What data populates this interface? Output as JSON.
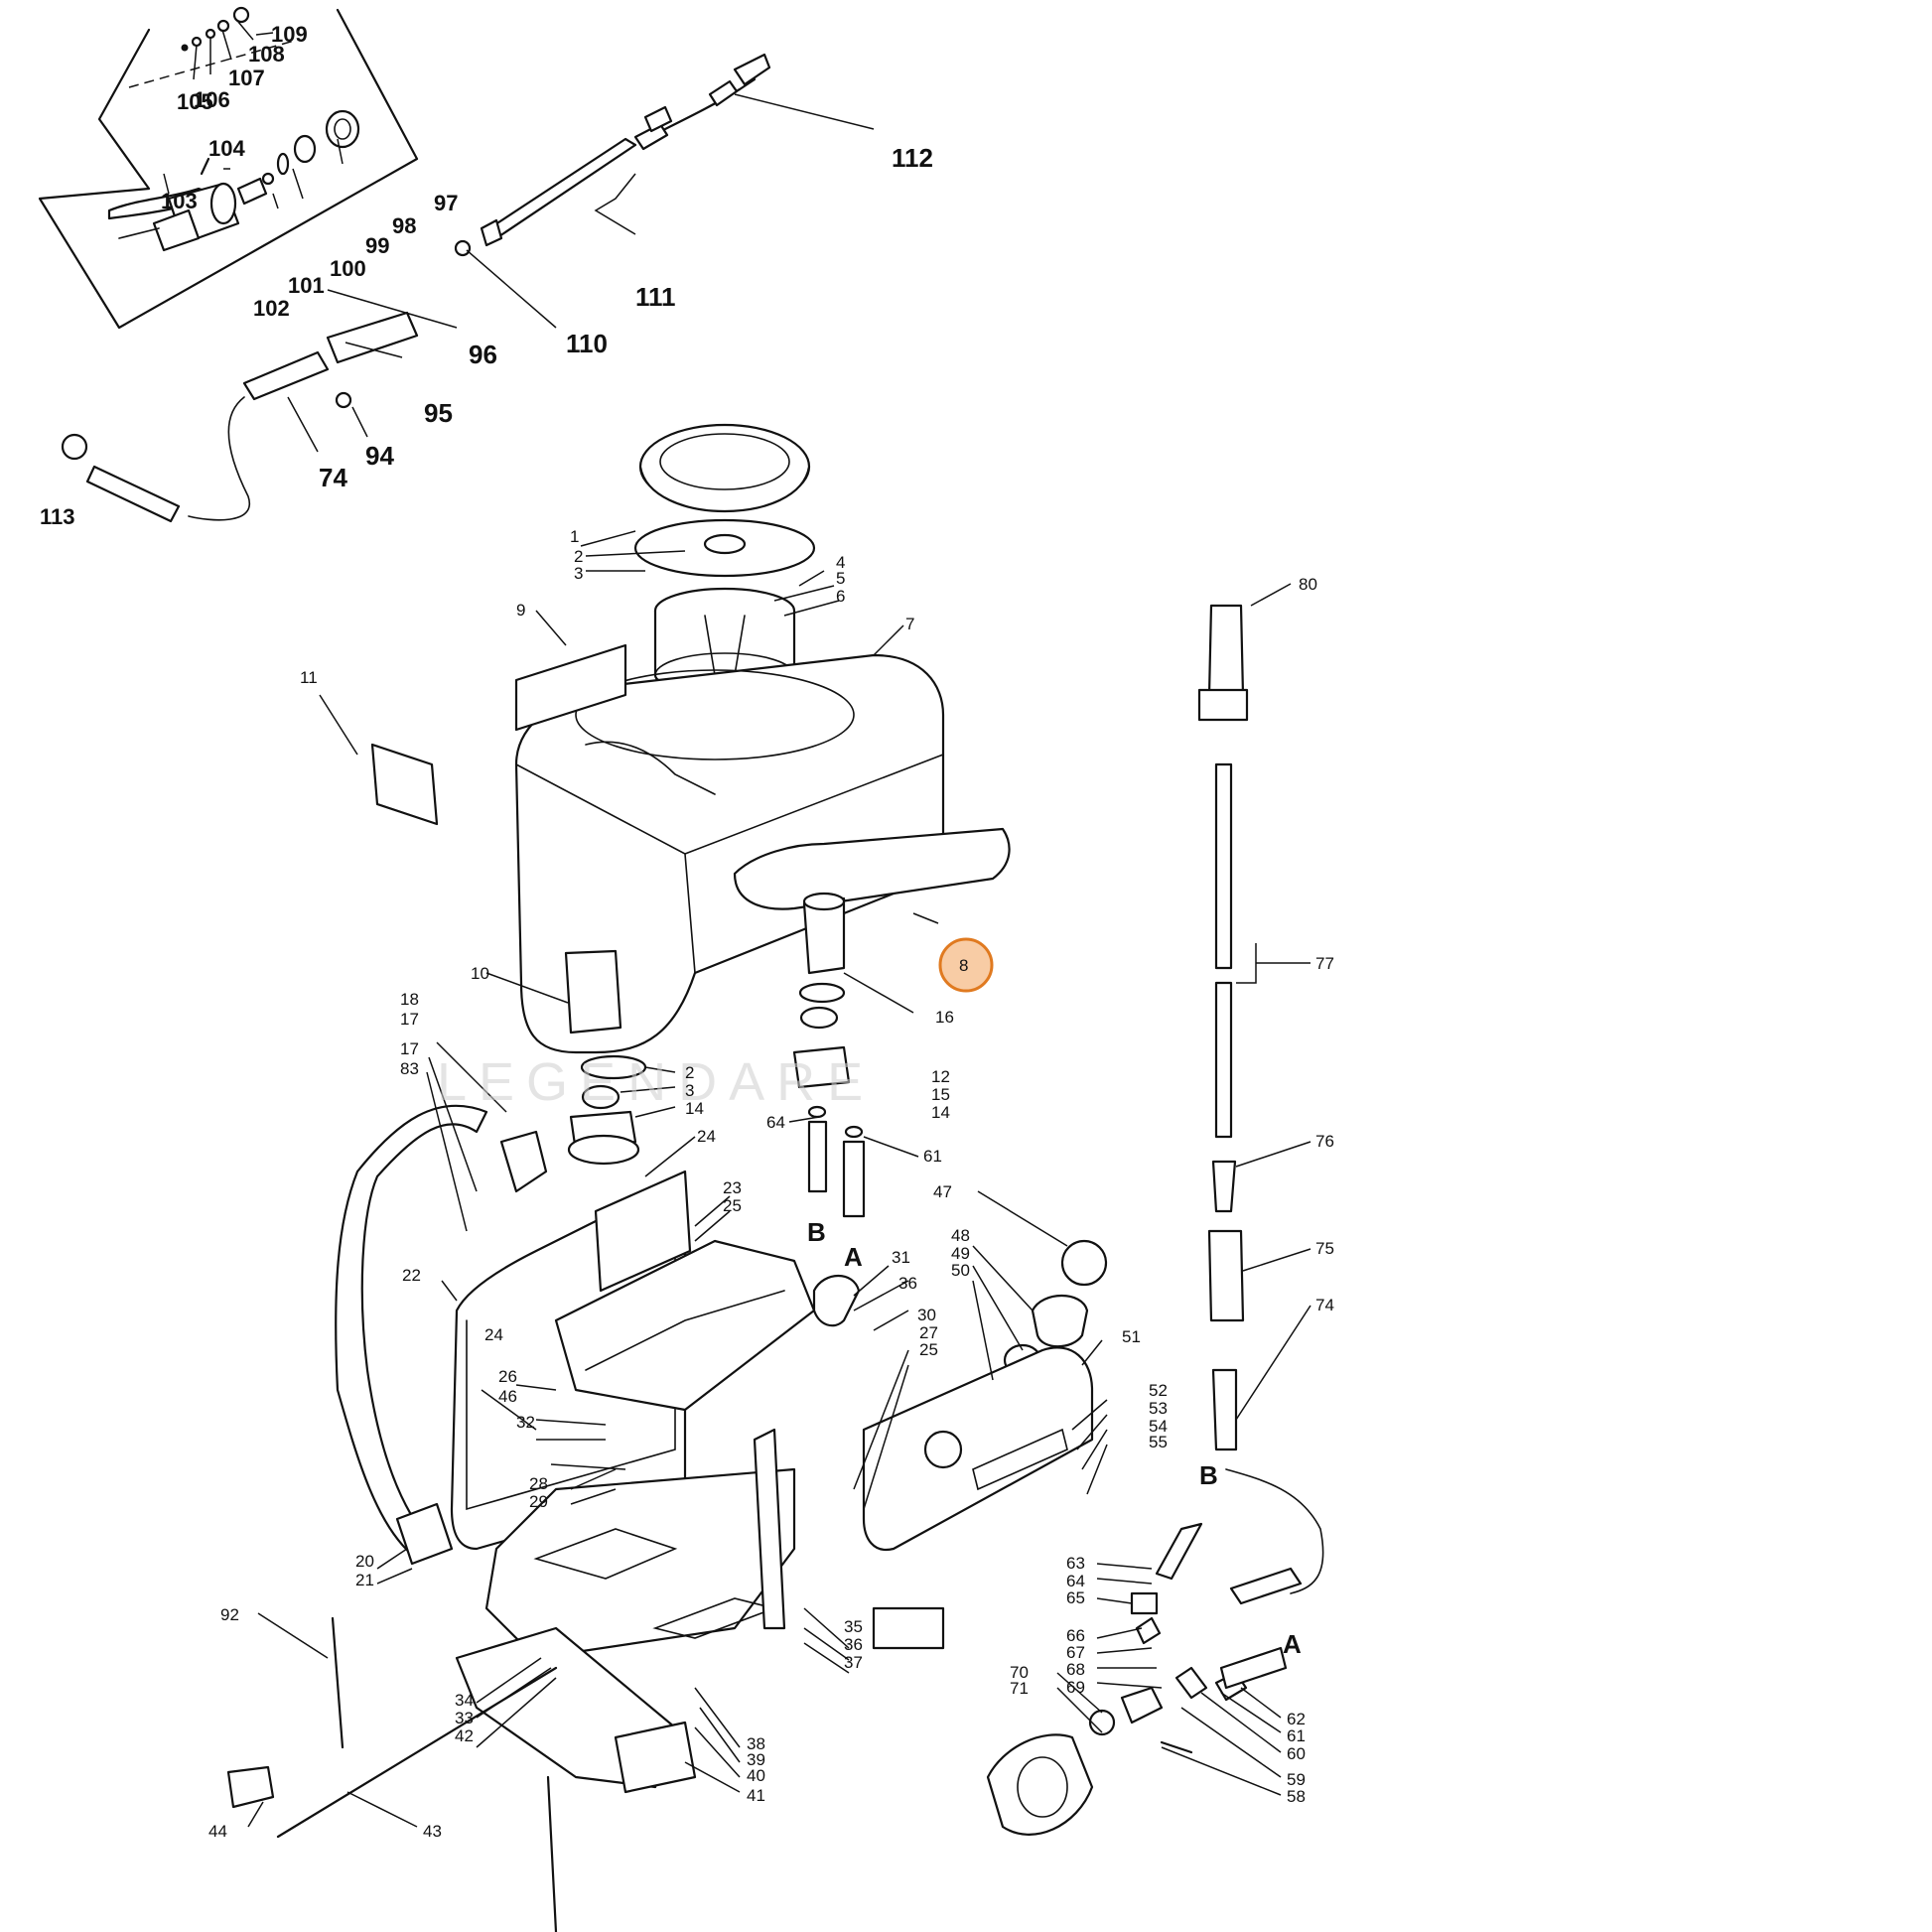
{
  "watermark": "LEGENDARE",
  "labels": [
    {
      "id": "109",
      "t": "109"
    },
    {
      "id": "108",
      "t": "108"
    },
    {
      "id": "107",
      "t": "107"
    },
    {
      "id": "106",
      "t": "106"
    },
    {
      "id": "105",
      "t": "105"
    },
    {
      "id": "104",
      "t": "104"
    },
    {
      "id": "103",
      "t": "103"
    },
    {
      "id": "102",
      "t": "102"
    },
    {
      "id": "101",
      "t": "101"
    },
    {
      "id": "100",
      "t": "100"
    },
    {
      "id": "99",
      "t": "99"
    },
    {
      "id": "98",
      "t": "98"
    },
    {
      "id": "97",
      "t": "97"
    },
    {
      "id": "96",
      "t": "96"
    },
    {
      "id": "95",
      "t": "95"
    },
    {
      "id": "94",
      "t": "94"
    },
    {
      "id": "74a",
      "t": "74"
    },
    {
      "id": "113",
      "t": "113"
    },
    {
      "id": "110",
      "t": "110"
    },
    {
      "id": "111",
      "t": "111"
    },
    {
      "id": "112",
      "t": "112"
    },
    {
      "id": "1",
      "t": "1"
    },
    {
      "id": "2a",
      "t": "2"
    },
    {
      "id": "3a",
      "t": "3"
    },
    {
      "id": "4a",
      "t": "4"
    },
    {
      "id": "5",
      "t": "5"
    },
    {
      "id": "6",
      "t": "6"
    },
    {
      "id": "7",
      "t": "7"
    },
    {
      "id": "9",
      "t": "9"
    },
    {
      "id": "11",
      "t": "11"
    },
    {
      "id": "8",
      "t": "8"
    },
    {
      "id": "10",
      "t": "10"
    },
    {
      "id": "16a",
      "t": "16"
    },
    {
      "id": "12",
      "t": "12"
    },
    {
      "id": "15",
      "t": "15"
    },
    {
      "id": "14a",
      "t": "14"
    },
    {
      "id": "2b",
      "t": "2"
    },
    {
      "id": "3b",
      "t": "3"
    },
    {
      "id": "14b",
      "t": "14"
    },
    {
      "id": "18",
      "t": "18"
    },
    {
      "id": "17a",
      "t": "17"
    },
    {
      "id": "17b",
      "t": "17"
    },
    {
      "id": "83",
      "t": "83"
    },
    {
      "id": "24a",
      "t": "24"
    },
    {
      "id": "23",
      "t": "23"
    },
    {
      "id": "25a",
      "t": "25"
    },
    {
      "id": "64a",
      "t": "64"
    },
    {
      "id": "61a",
      "t": "61"
    },
    {
      "id": "B1",
      "t": "B"
    },
    {
      "id": "A1",
      "t": "A"
    },
    {
      "id": "47",
      "t": "47"
    },
    {
      "id": "48",
      "t": "48"
    },
    {
      "id": "49",
      "t": "49"
    },
    {
      "id": "50",
      "t": "50"
    },
    {
      "id": "51",
      "t": "51"
    },
    {
      "id": "22",
      "t": "22"
    },
    {
      "id": "31",
      "t": "31"
    },
    {
      "id": "36a",
      "t": "36"
    },
    {
      "id": "30",
      "t": "30"
    },
    {
      "id": "27",
      "t": "27"
    },
    {
      "id": "25b",
      "t": "25"
    },
    {
      "id": "24b",
      "t": "24"
    },
    {
      "id": "26",
      "t": "26"
    },
    {
      "id": "46",
      "t": "46"
    },
    {
      "id": "32a",
      "t": "32"
    },
    {
      "id": "52",
      "t": "52"
    },
    {
      "id": "53",
      "t": "53"
    },
    {
      "id": "54",
      "t": "54"
    },
    {
      "id": "55",
      "t": "55"
    },
    {
      "id": "28",
      "t": "28"
    },
    {
      "id": "29",
      "t": "29"
    },
    {
      "id": "20",
      "t": "20"
    },
    {
      "id": "21",
      "t": "21"
    },
    {
      "id": "35",
      "t": "35"
    },
    {
      "id": "36b",
      "t": "36"
    },
    {
      "id": "37",
      "t": "37"
    },
    {
      "id": "92",
      "t": "92"
    },
    {
      "id": "34",
      "t": "34"
    },
    {
      "id": "33",
      "t": "33"
    },
    {
      "id": "42",
      "t": "42"
    },
    {
      "id": "38",
      "t": "38"
    },
    {
      "id": "39",
      "t": "39"
    },
    {
      "id": "40",
      "t": "40"
    },
    {
      "id": "41",
      "t": "41"
    },
    {
      "id": "44",
      "t": "44"
    },
    {
      "id": "43",
      "t": "43"
    },
    {
      "id": "80",
      "t": "80"
    },
    {
      "id": "77",
      "t": "77"
    },
    {
      "id": "76",
      "t": "76"
    },
    {
      "id": "75",
      "t": "75"
    },
    {
      "id": "74b",
      "t": "74"
    },
    {
      "id": "B2",
      "t": "B"
    },
    {
      "id": "A2",
      "t": "A"
    },
    {
      "id": "63",
      "t": "63"
    },
    {
      "id": "64b",
      "t": "64"
    },
    {
      "id": "65",
      "t": "65"
    },
    {
      "id": "66",
      "t": "66"
    },
    {
      "id": "67",
      "t": "67"
    },
    {
      "id": "68",
      "t": "68"
    },
    {
      "id": "69",
      "t": "69"
    },
    {
      "id": "70",
      "t": "70"
    },
    {
      "id": "71",
      "t": "71"
    },
    {
      "id": "62",
      "t": "62"
    },
    {
      "id": "61b",
      "t": "61"
    },
    {
      "id": "60",
      "t": "60"
    },
    {
      "id": "59",
      "t": "59"
    },
    {
      "id": "58",
      "t": "58"
    }
  ]
}
